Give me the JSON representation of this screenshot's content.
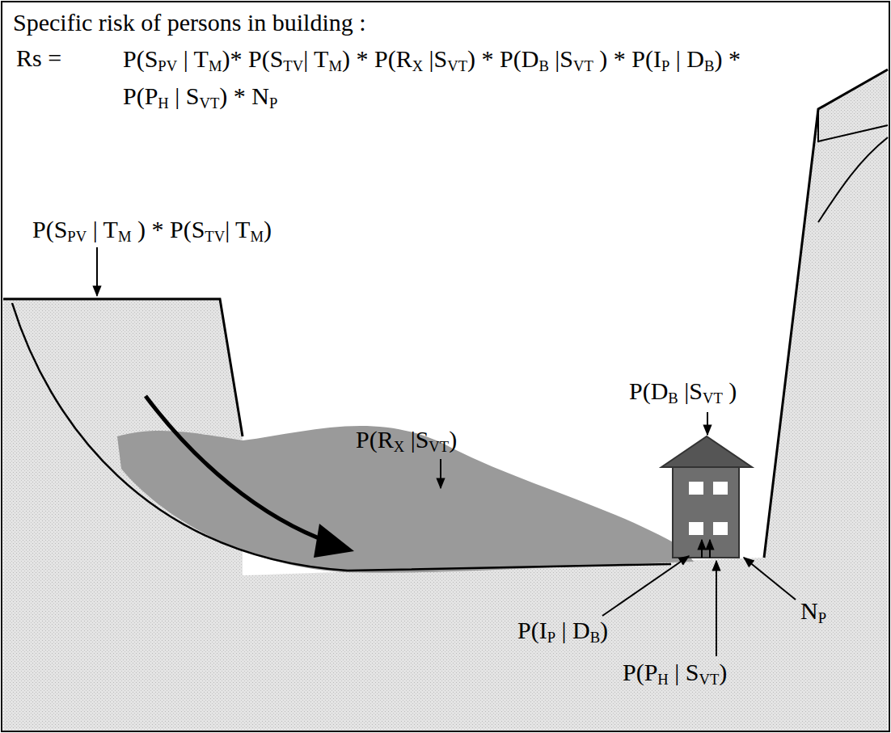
{
  "diagram": {
    "title": "Specific risk of persons in building :",
    "labels": [
      "Rs =",
      "P(SPV | TM)* P(STV| TM) * P(RX |SVT) * P(DB |SVT ) * P(IP | DB) * P(PH | SVT) * NP",
      "P(SPV | TM ) * P(STV| TM)",
      "P(RX |SVT)",
      "P(DB |SVT )",
      "P(IP | DB)",
      "NP",
      "P(PH | SVT)"
    ]
  }
}
